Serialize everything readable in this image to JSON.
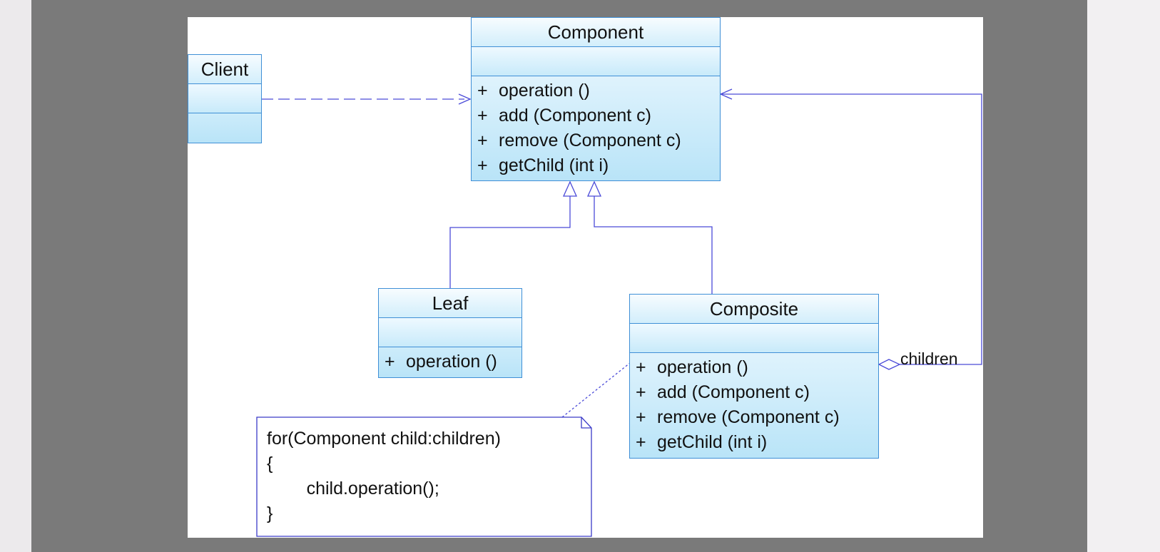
{
  "diagram": {
    "classes": {
      "client": {
        "name": "Client",
        "operations": []
      },
      "component": {
        "name": "Component",
        "operations": [
          {
            "visibility": "+",
            "signature": "operation ()"
          },
          {
            "visibility": "+",
            "signature": "add (Component c)"
          },
          {
            "visibility": "+",
            "signature": "remove (Component c)"
          },
          {
            "visibility": "+",
            "signature": "getChild (int i)"
          }
        ]
      },
      "leaf": {
        "name": "Leaf",
        "operations": [
          {
            "visibility": "+",
            "signature": "operation ()"
          }
        ]
      },
      "composite": {
        "name": "Composite",
        "operations": [
          {
            "visibility": "+",
            "signature": "operation ()"
          },
          {
            "visibility": "+",
            "signature": "add (Component c)"
          },
          {
            "visibility": "+",
            "signature": "remove (Component c)"
          },
          {
            "visibility": "+",
            "signature": "getChild (int i)"
          }
        ]
      }
    },
    "note": {
      "lines": [
        "for(Component child:children)",
        "{",
        "        child.operation();",
        "}"
      ]
    },
    "association_label": "children"
  },
  "colors": {
    "class_border": "#3f8fd6",
    "link": "#4a4ad8",
    "viewer_background": "#7a7a7a"
  }
}
